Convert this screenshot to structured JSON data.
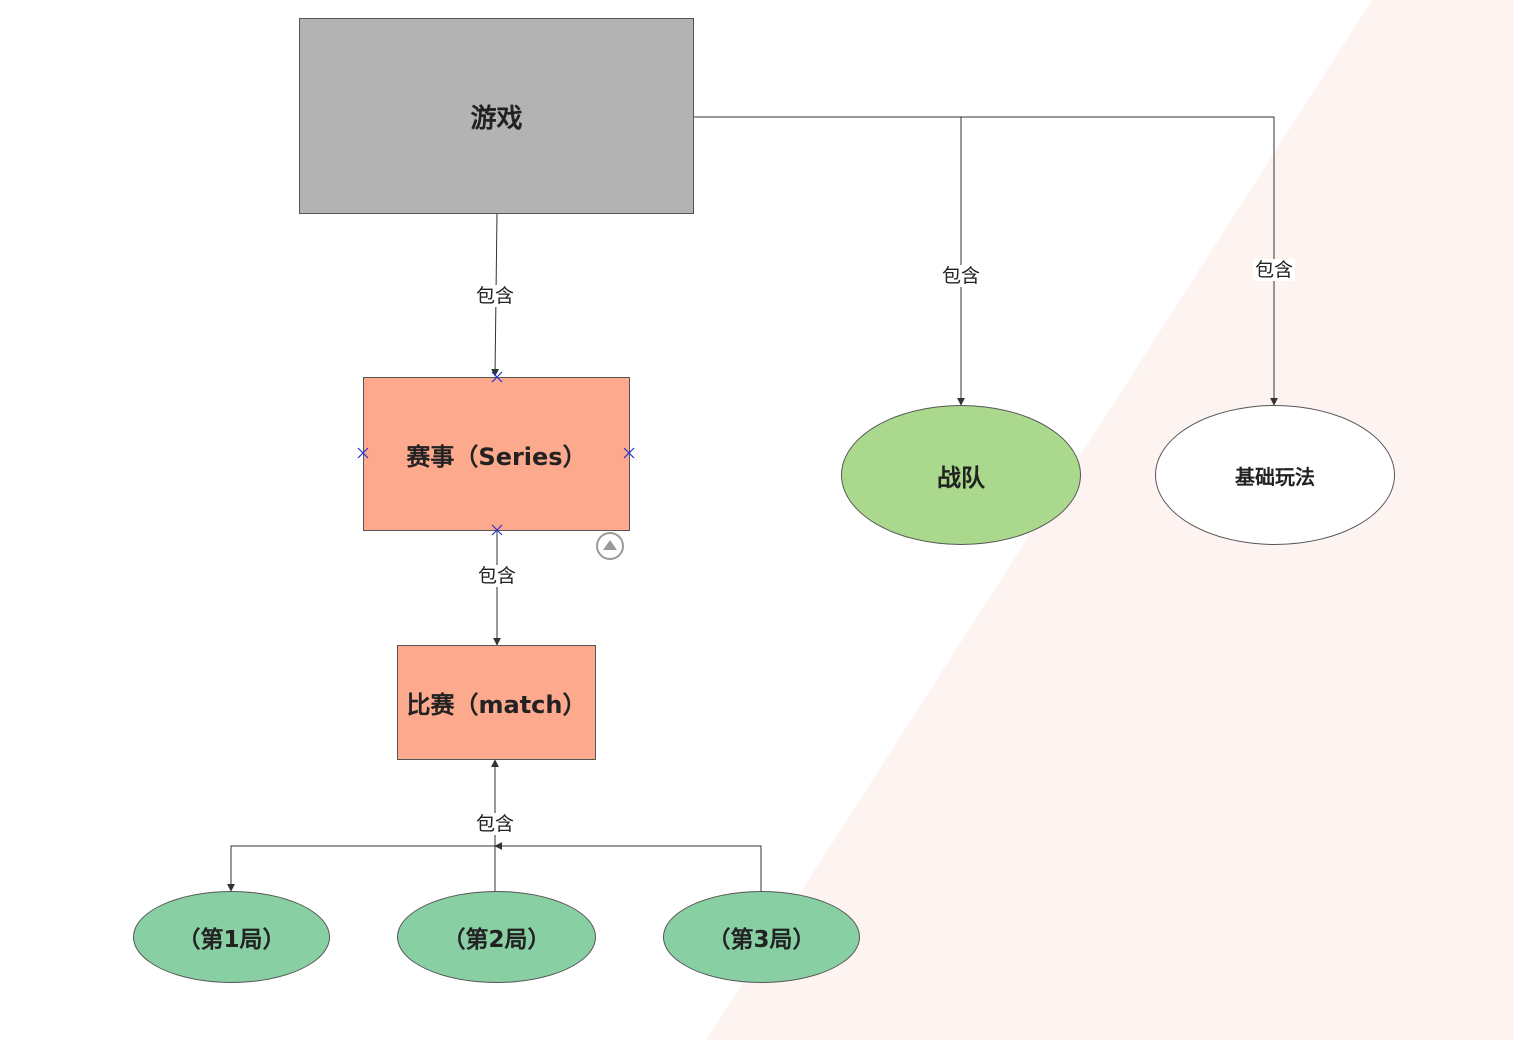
{
  "colors": {
    "game_node": "#b3b3b3",
    "series_node": "#fca98e",
    "match_node": "#fca98e",
    "team_node": "#aad98e",
    "rules_node": "#ffffff",
    "round_node": "#88cfa4",
    "edge": "#333333",
    "handle": "#2233cc",
    "background_wedge": "#fdf4f2"
  },
  "nodes": {
    "game": {
      "label": "游戏"
    },
    "series": {
      "label": "赛事（Series）"
    },
    "match": {
      "label": "比赛（match）"
    },
    "team": {
      "label": "战队"
    },
    "rules": {
      "label": "基础玩法"
    },
    "round1": {
      "label": "（第1局）"
    },
    "round2": {
      "label": "（第2局）"
    },
    "round3": {
      "label": "（第3局）"
    }
  },
  "edges": {
    "game_series": {
      "label": "包含"
    },
    "game_team": {
      "label": "包含"
    },
    "game_rules": {
      "label": "包含"
    },
    "series_match": {
      "label": "包含"
    },
    "rounds_match": {
      "label": "包含"
    }
  },
  "controls": {
    "collapse_icon": "triangle-up-icon",
    "connection_handle_icon": "x-cross-icon"
  }
}
